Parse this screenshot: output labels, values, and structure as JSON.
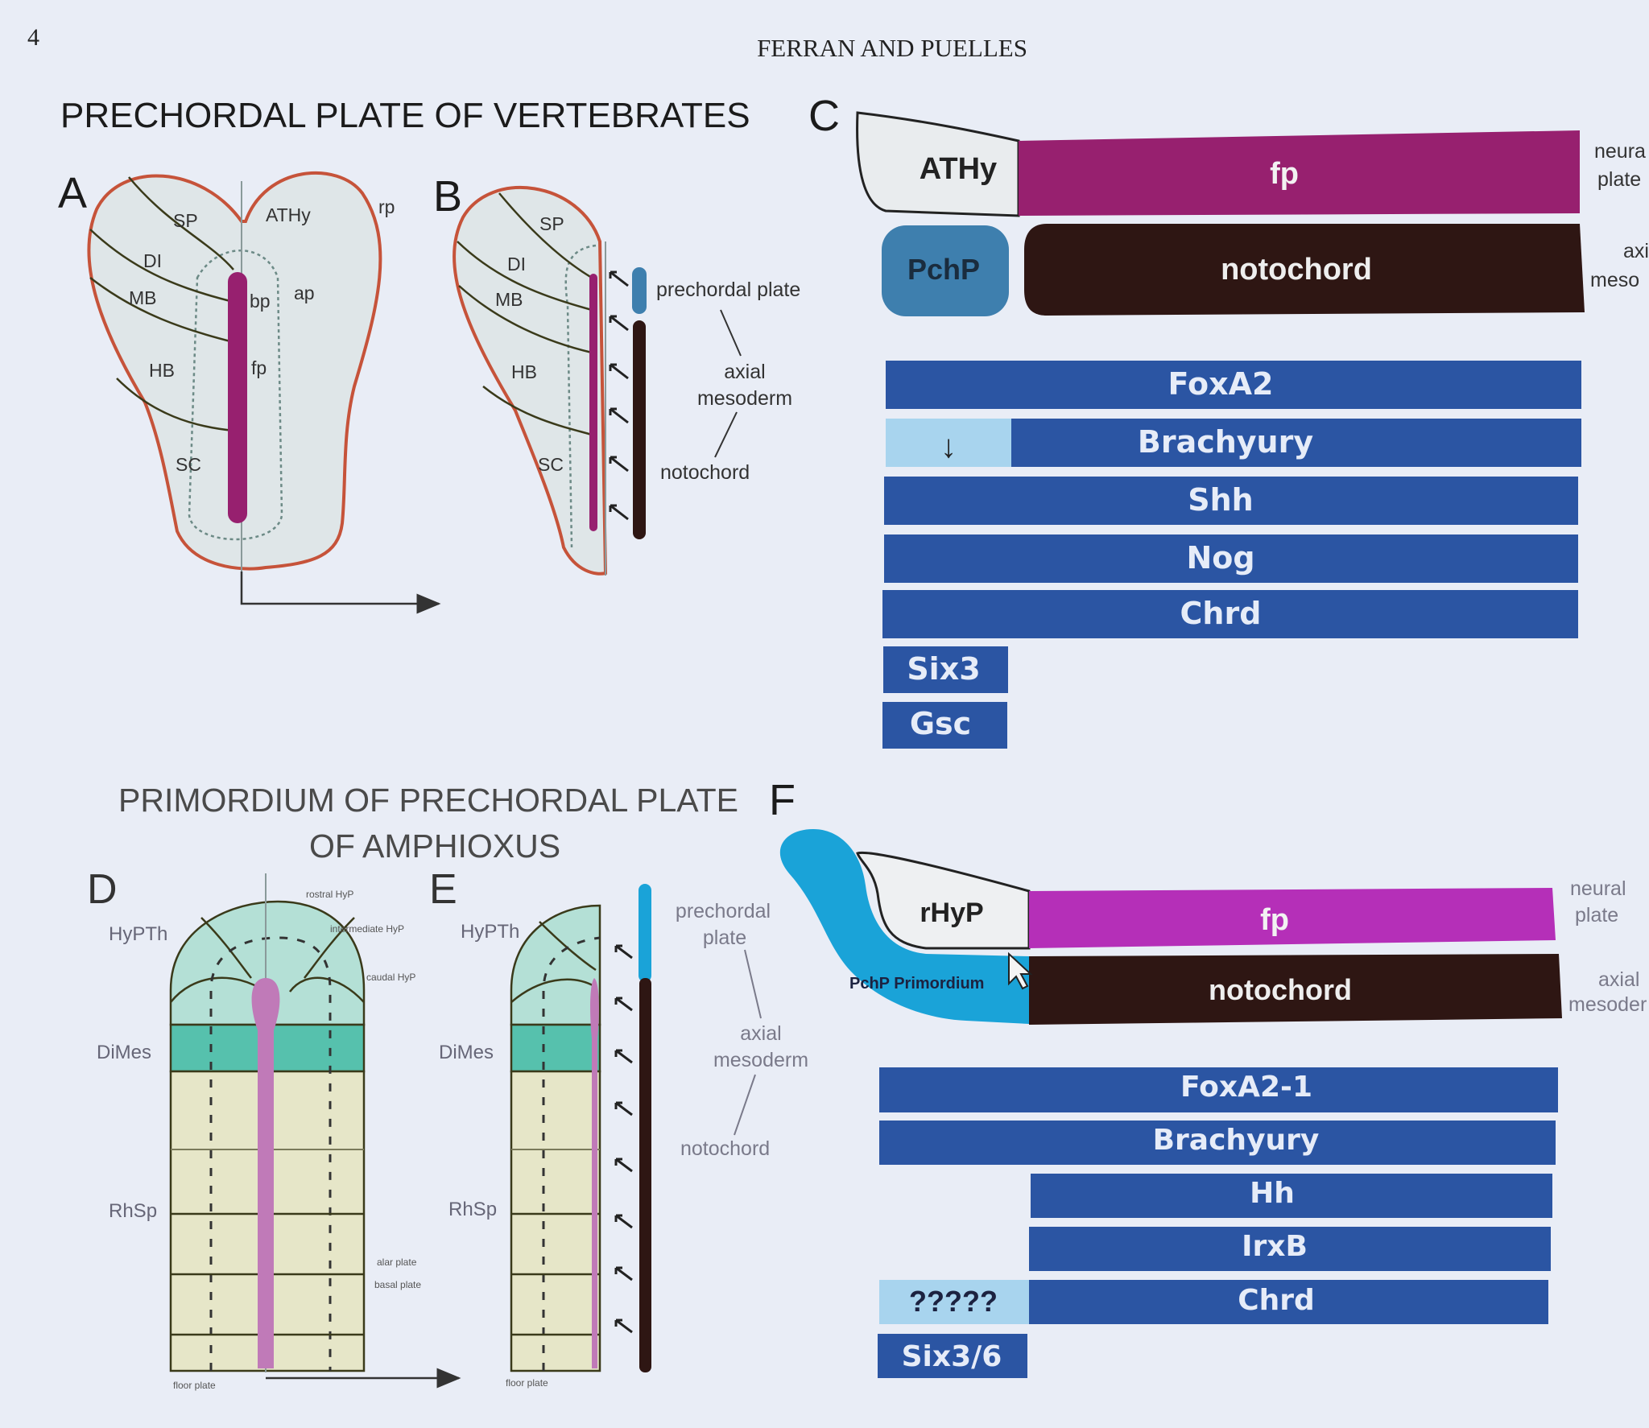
{
  "header": {
    "page_number": "4",
    "running_title": "FERRAN AND PUELLES"
  },
  "top": {
    "title": "PRECHORDAL PLATE OF VERTEBRATES",
    "panel_a": {
      "letter": "A",
      "labels": {
        "sp": "SP",
        "athy": "ATHy",
        "rp": "rp",
        "di": "DI",
        "mb": "MB",
        "bp": "bp",
        "ap": "ap",
        "hb": "HB",
        "fp": "fp",
        "sc": "SC"
      }
    },
    "panel_b": {
      "letter": "B",
      "labels": {
        "sp": "SP",
        "di": "DI",
        "mb": "MB",
        "hb": "HB",
        "sc": "SC"
      },
      "annotations": {
        "prechordal_plate": "prechordal plate",
        "axial_line1": "axial",
        "axial_line2": "mesoderm",
        "notochord": "notochord"
      }
    },
    "panel_c": {
      "letter": "C",
      "athy": "ATHy",
      "fp": "fp",
      "pchp": "PchP",
      "notochord": "notochord",
      "side_neural_1": "neura",
      "side_neural_2": "plate",
      "side_axial_1": "axi",
      "side_axial_2": "meso",
      "genes": [
        "FoxA2",
        "Brachyury",
        "Shh",
        "Nog",
        "Chrd",
        "Six3",
        "Gsc"
      ],
      "down_arrow": "↓"
    }
  },
  "bottom": {
    "title_line1": "PRIMORDIUM OF PRECHORDAL PLATE",
    "title_line2": "OF AMPHIOXUS",
    "panel_d": {
      "letter": "D",
      "labels": {
        "hypth": "HyPTh",
        "dimes": "DiMes",
        "rhsp": "RhSp",
        "rostral": "rostral HyP",
        "intermediate": "intermediate HyP",
        "caudal": "caudal HyP",
        "alar": "alar plate",
        "basal": "basal plate",
        "floor": "floor plate"
      }
    },
    "panel_e": {
      "letter": "E",
      "labels": {
        "hypth": "HyPTh",
        "dimes": "DiMes",
        "rhsp": "RhSp",
        "floor": "floor plate"
      },
      "annotations": {
        "prechordal_1": "prechordal",
        "prechordal_2": "plate",
        "axial_1": "axial",
        "axial_2": "mesoderm",
        "notochord": "notochord"
      }
    },
    "panel_f": {
      "letter": "F",
      "rhyp": "rHyP",
      "fp": "fp",
      "pchp": "PchP Primordium",
      "notochord": "notochord",
      "side_neural_1": "neural",
      "side_neural_2": "plate",
      "side_axial_1": "axial",
      "side_axial_2": "mesoder",
      "genes": [
        "FoxA2-1",
        "Brachyury",
        "Hh",
        "IrxB",
        "Chrd",
        "Six3/6"
      ],
      "unknown": "?????"
    }
  },
  "colors": {
    "background": "#e9edf6",
    "gene_bar": "#2b55a3",
    "floor_plate_magenta": "#97206f",
    "floor_plate_pink": "#b52fb8",
    "notochord_brown": "#2e1613",
    "pchp_blue": "#3e7fae",
    "pchp_primordium": "#1aa3d8",
    "light_blue": "#a8d4ee",
    "outline_red": "#c6533a"
  }
}
